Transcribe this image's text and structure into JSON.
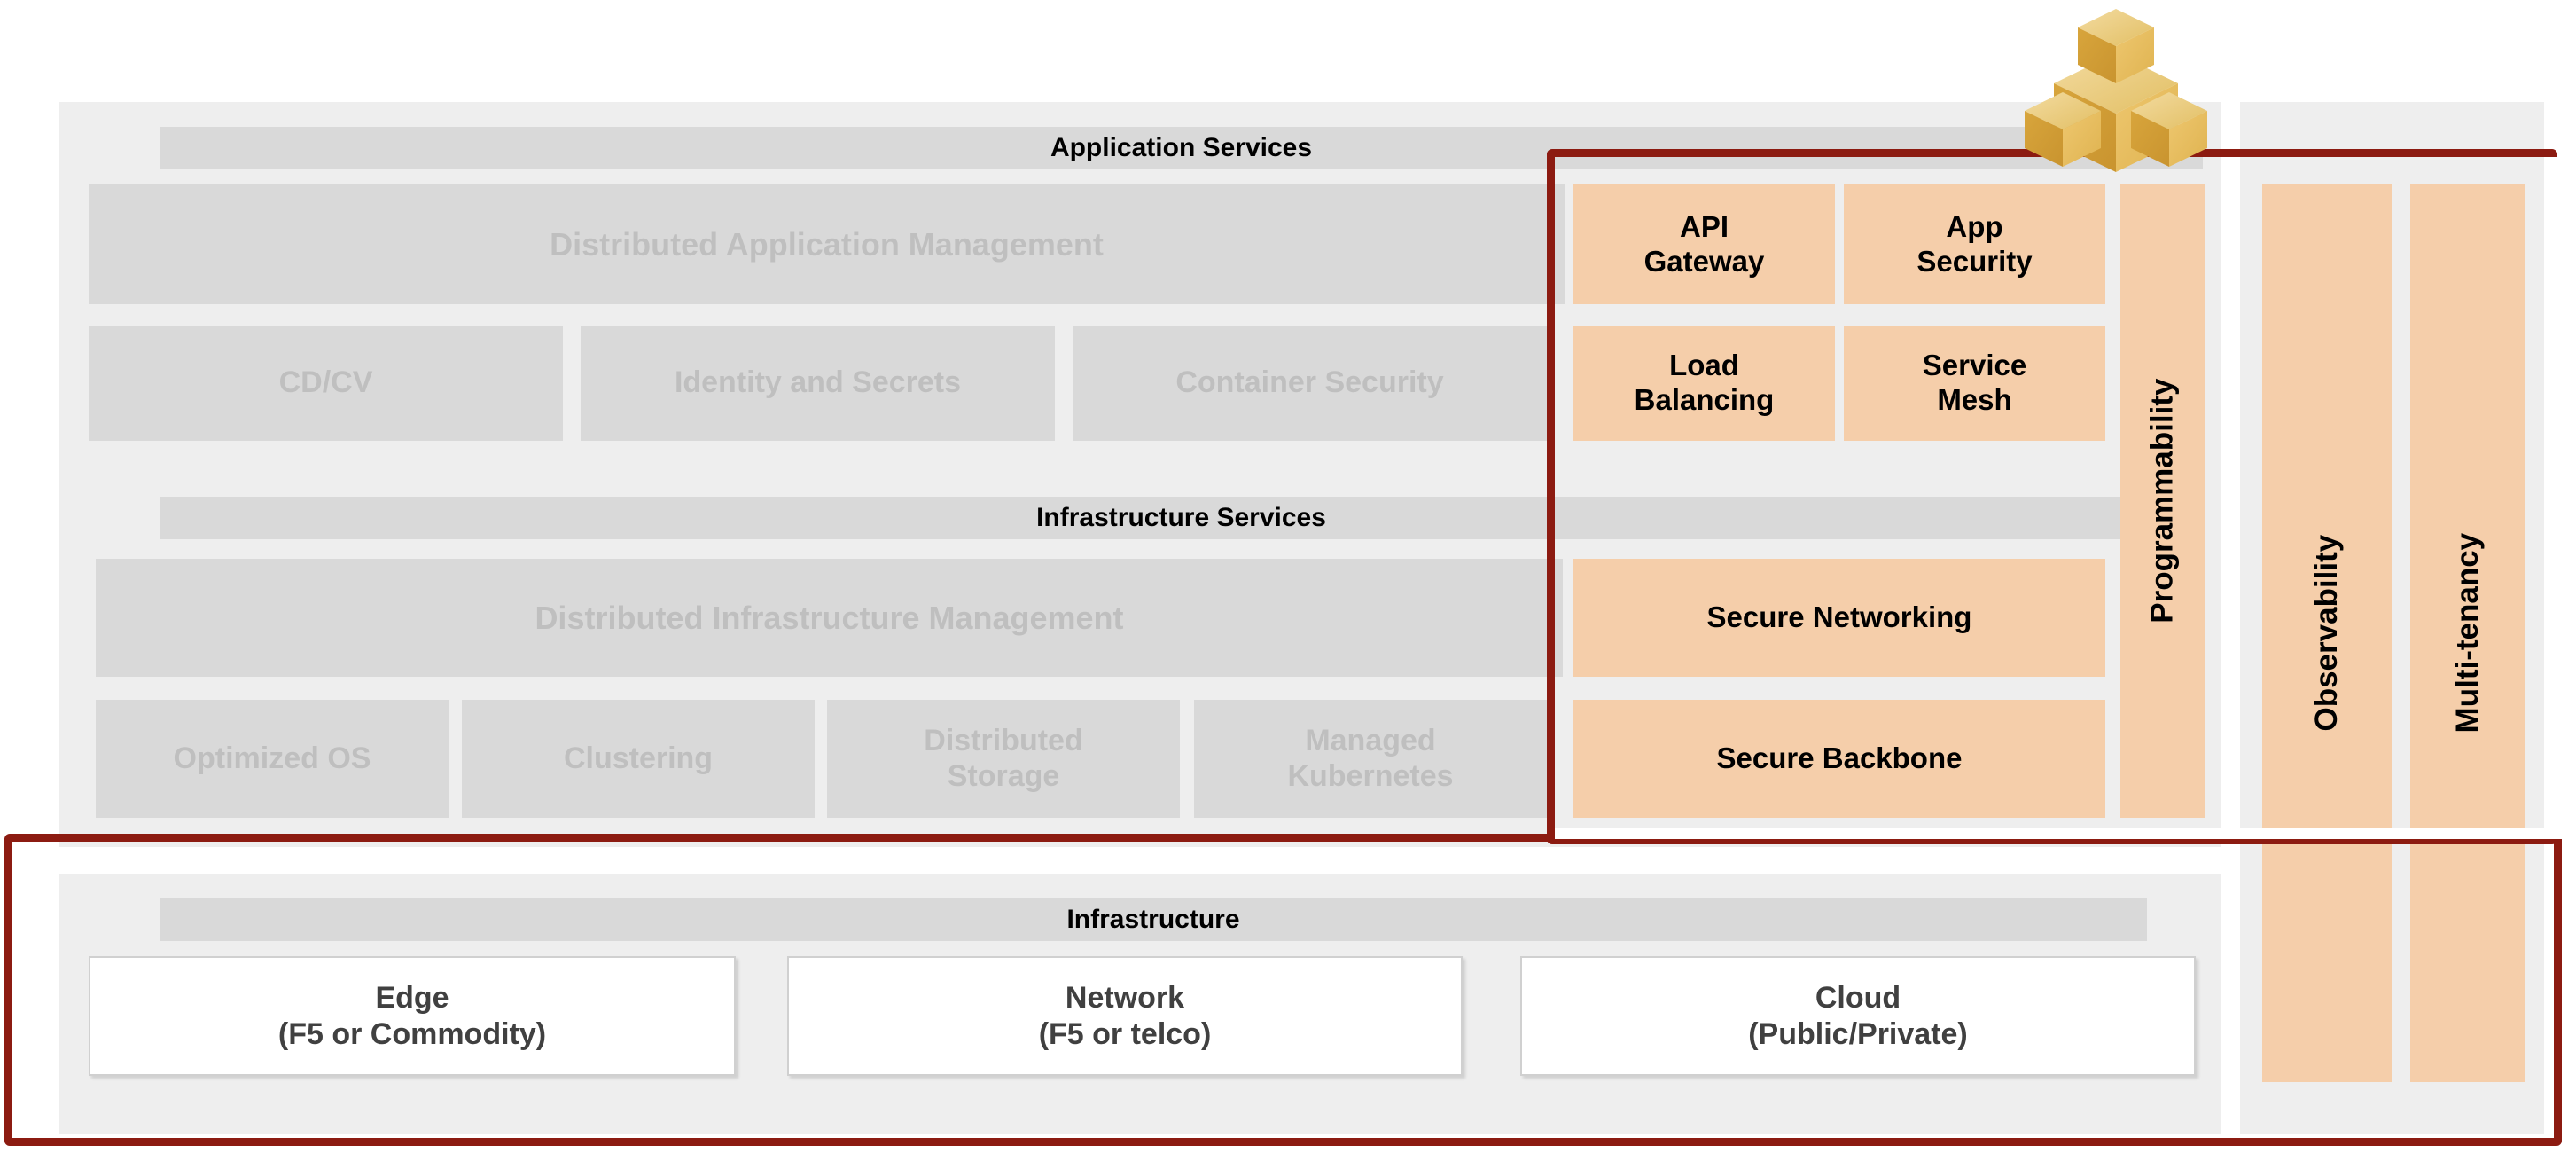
{
  "diagram": {
    "title": "F5 Distributed Cloud Platform Architecture Stack",
    "colors": {
      "panel_bg": "#eeeeee",
      "header_bar": "#d9d9d9",
      "grey_box_bg": "#d9d9d9",
      "grey_box_text": "#bfbfbf",
      "orange_box": "#f5ceaa",
      "highlight_red": "#8c1b11",
      "white_box": "#ffffff",
      "white_box_text": "#404040",
      "cube_logo_gold": "#e0b44a"
    },
    "logo": {
      "name": "f5-cubes-logo",
      "description": "isometric stacked gold cubes"
    },
    "sections": [
      {
        "id": "application-services",
        "header": "Application Services",
        "wide_box": "Distributed Application Management",
        "grey_boxes": [
          "CD/CV",
          "Identity and Secrets",
          "Container Security"
        ],
        "orange_boxes": [
          "API\nGateway",
          "App\nSecurity",
          "Load\nBalancing",
          "Service\nMesh"
        ]
      },
      {
        "id": "infrastructure-services",
        "header": "Infrastructure Services",
        "wide_box": "Distributed Infrastructure Management",
        "grey_boxes": [
          "Optimized OS",
          "Clustering",
          "Distributed\nStorage",
          "Managed\nKubernetes"
        ],
        "orange_boxes": [
          "Secure Networking",
          "Secure Backbone"
        ]
      },
      {
        "id": "infrastructure",
        "header": "Infrastructure",
        "white_boxes": [
          {
            "title": "Edge",
            "subtitle": "(F5 or Commodity)"
          },
          {
            "title": "Network",
            "subtitle": "(F5 or telco)"
          },
          {
            "title": "Cloud",
            "subtitle": "(Public/Private)"
          }
        ]
      }
    ],
    "vertical_pillars": [
      {
        "id": "programmability",
        "label": "Programmability"
      },
      {
        "id": "observability",
        "label": "Observability"
      },
      {
        "id": "multi-tenancy",
        "label": "Multi-tenancy"
      }
    ],
    "labels": {
      "app_services_header": "Application Services",
      "infra_services_header": "Infrastructure Services",
      "infrastructure_header": "Infrastructure",
      "distributed_app_management": "Distributed Application Management",
      "distributed_infra_management": "Distributed Infrastructure Management",
      "cd_cv": "CD/CV",
      "identity_and_secrets": "Identity and Secrets",
      "container_security": "Container Security",
      "optimized_os": "Optimized OS",
      "clustering": "Clustering",
      "distributed_storage_l1": "Distributed",
      "distributed_storage_l2": "Storage",
      "managed_kubernetes_l1": "Managed",
      "managed_kubernetes_l2": "Kubernetes",
      "api_gateway_l1": "API",
      "api_gateway_l2": "Gateway",
      "app_security_l1": "App",
      "app_security_l2": "Security",
      "load_balancing_l1": "Load",
      "load_balancing_l2": "Balancing",
      "service_mesh_l1": "Service",
      "service_mesh_l2": "Mesh",
      "secure_networking": "Secure Networking",
      "secure_backbone": "Secure Backbone",
      "programmability": "Programmability",
      "observability": "Observability",
      "multi_tenancy": "Multi-tenancy",
      "edge_title": "Edge",
      "edge_subtitle": "(F5 or Commodity)",
      "network_title": "Network",
      "network_subtitle": "(F5 or telco)",
      "cloud_title": "Cloud",
      "cloud_subtitle": "(Public/Private)"
    }
  }
}
